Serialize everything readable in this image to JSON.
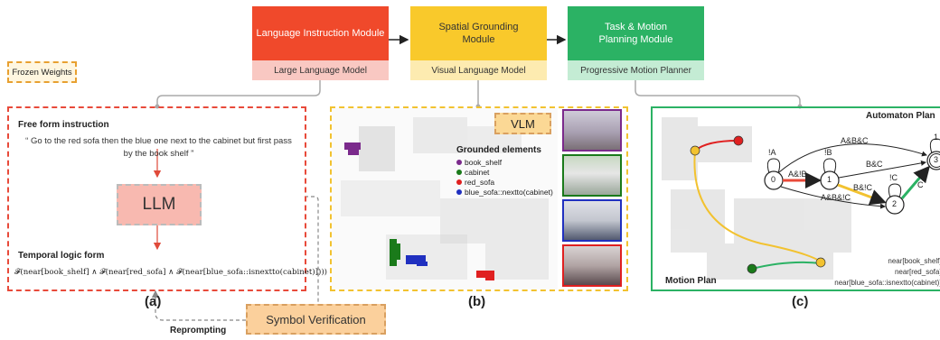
{
  "modules": {
    "lang": {
      "title": "Language Instruction Module",
      "sub": "Large Language Model",
      "color": "#f0492b",
      "sub_color": "#f9c8c2"
    },
    "spatial": {
      "title": "Spatial Grounding Module",
      "sub": "Visual Language Model",
      "color": "#f9c92b",
      "sub_color": "#fdebb0"
    },
    "task": {
      "title": "Task & Motion Planning Module",
      "sub": "Progressive Motion Planner",
      "color": "#2bb264",
      "sub_color": "#c4ecd4"
    }
  },
  "legend": {
    "frozen": "Frozen Weights"
  },
  "panel_a": {
    "heading": "Free form instruction",
    "instruction": "“ Go to the red sofa then the blue one next to the cabinet but first pass by the book shelf ”",
    "llm": "LLM",
    "temporal_heading": "Temporal logic form",
    "formula": "𝓕(near[book_shelf] ∧ 𝓕(near[red_sofa] ∧ 𝓕(near[blue_sofa::isnextto(cabinet)])))",
    "label": "(a)"
  },
  "symbol": {
    "text": "Symbol Verification",
    "reprompting": "Reprompting"
  },
  "panel_b": {
    "vlm": "VLM",
    "grounded_heading": "Grounded elements",
    "elements": [
      {
        "text": "book_shelf",
        "color": "#7b2a8c"
      },
      {
        "text": "cabinet",
        "color": "#1a7a1a"
      },
      {
        "text": "red_sofa",
        "color": "#e02020"
      },
      {
        "text": "blue_sofa::nextto(cabinet)",
        "color": "#2030c0"
      }
    ],
    "label": "(b)"
  },
  "panel_c": {
    "automaton_title": "Automaton Plan",
    "motion_title": "Motion Plan",
    "states": [
      "0",
      "1",
      "2",
      "3"
    ],
    "edges": [
      "A&B&C",
      "!A",
      "A&!B",
      "!B",
      "B&C",
      "B&!C",
      "!C",
      "C",
      "A&B&!C",
      "1"
    ],
    "near_labels": [
      "near[book_shelf] :",
      "near[red_sofa] :",
      "near[blue_sofa::isnextto(cabinet)] :"
    ],
    "label": "(c)"
  }
}
